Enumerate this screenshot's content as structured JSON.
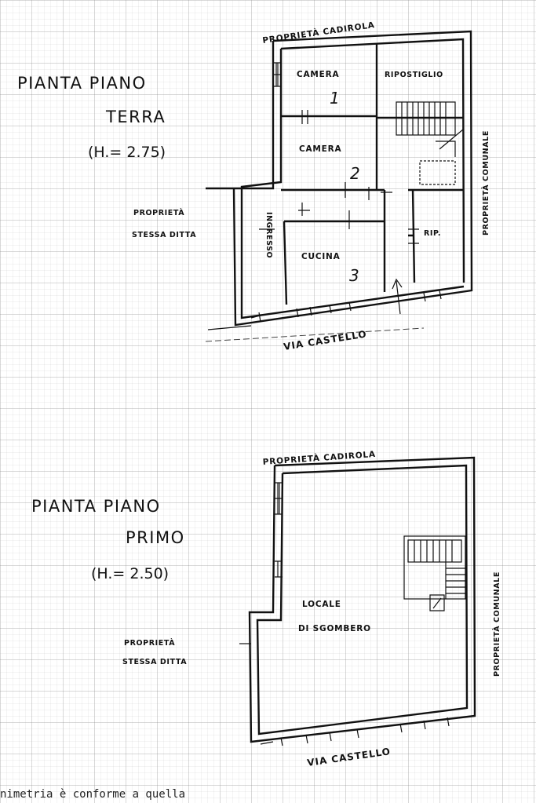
{
  "ground_floor": {
    "title_line1": "PIANTA PIANO",
    "title_line2": "TERRA",
    "height": "(H.= 2.75)",
    "north_owner": "PROPRIETÀ CADIROLA",
    "east_owner": "PROPRIETÀ COMUNALE",
    "west_owner_line1": "PROPRIETÀ",
    "west_owner_line2": "STESSA DITTA",
    "street": "VIA CASTELLO",
    "rooms": {
      "camera1": "CAMERA",
      "camera1_num": "1",
      "ripostiglio": "RIPOSTIGLIO",
      "camera2": "CAMERA",
      "camera2_num": "2",
      "cucina": "CUCINA",
      "cucina_num": "3",
      "ingresso": "INGRESSO",
      "rip": "RIP."
    }
  },
  "first_floor": {
    "title_line1": "PIANTA PIANO",
    "title_line2": "PRIMO",
    "height": "(H.= 2.50)",
    "north_owner": "PROPRIETÀ CADIROLA",
    "east_owner": "PROPRIETÀ COMUNALE",
    "west_owner_line1": "PROPRIETÀ",
    "west_owner_line2": "STESSA DITTA",
    "street": "VIA CASTELLO",
    "room_line1": "LOCALE",
    "room_line2": "DI SGOMBERO"
  },
  "footer_text": "nimetria è conforme a quella"
}
